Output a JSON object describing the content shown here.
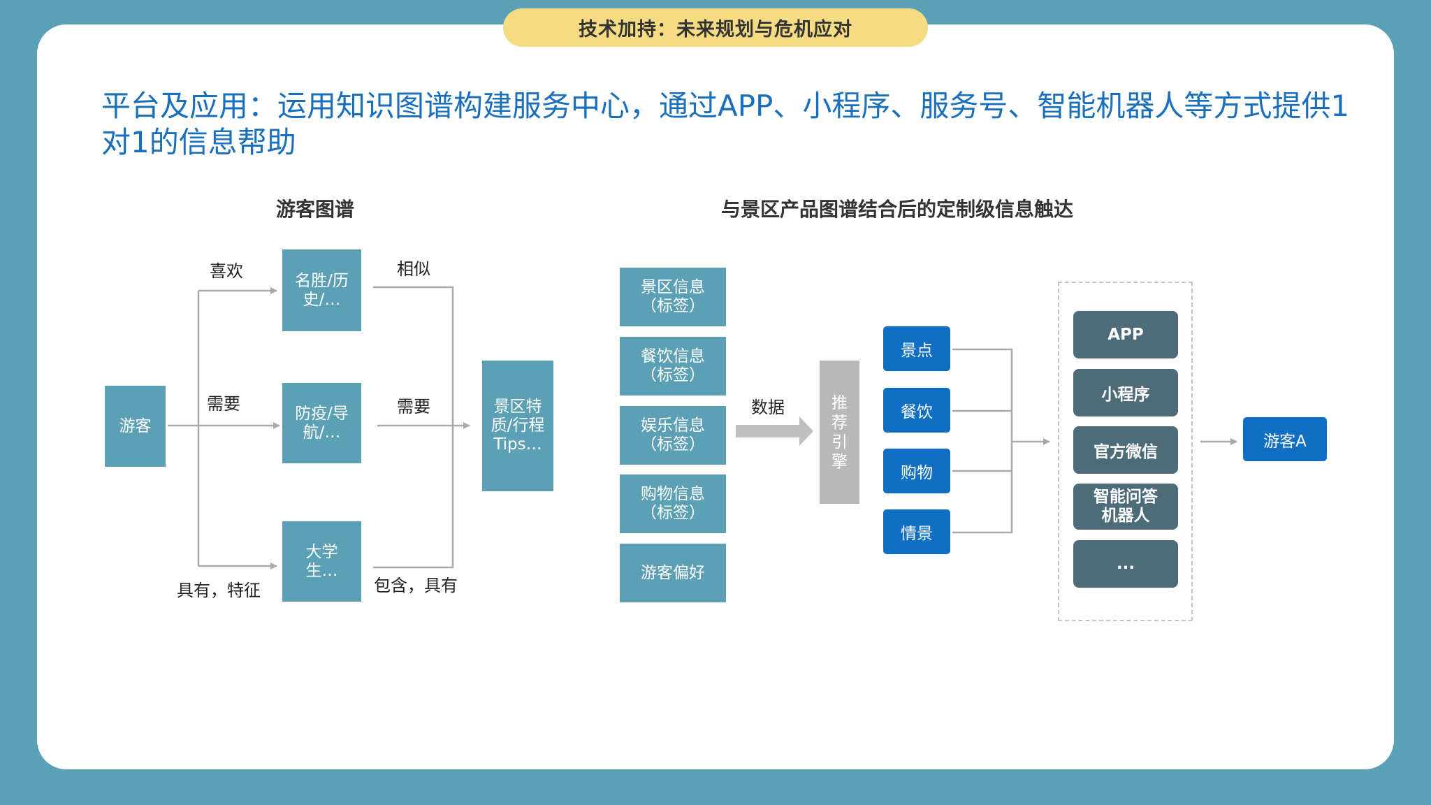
{
  "banner": "技术加持：未来规划与危机应对",
  "headline": "平台及应用：运用知识图谱构建服务中心，通过APP、小程序、服务号、智能机器人等方式提供1对1的信息帮助",
  "left_diagram": {
    "title": "游客图谱",
    "source_node": "游客",
    "middle_nodes": [
      "名胜/历史/…",
      "防疫/导航/…",
      "大学生…"
    ],
    "target_node": "景区特质/行程Tips…",
    "left_edge_labels": [
      "喜欢",
      "需要",
      "具有，特征"
    ],
    "right_edge_labels": [
      "相似",
      "需要",
      "包含，具有"
    ]
  },
  "right_diagram": {
    "title": "与景区产品图谱结合后的定制级信息触达",
    "info_blocks": [
      {
        "line1": "景区信息",
        "line2": "（标签）"
      },
      {
        "line1": "餐饮信息",
        "line2": "（标签）"
      },
      {
        "line1": "娱乐信息",
        "line2": "（标签）"
      },
      {
        "line1": "购物信息",
        "line2": "（标签）"
      },
      {
        "line1": "游客偏好",
        "line2": ""
      }
    ],
    "data_label": "数据",
    "engine": "推荐引擎",
    "categories": [
      "景点",
      "餐饮",
      "购物",
      "情景"
    ],
    "channels": [
      "APP",
      "小程序",
      "官方微信",
      "智能问答机器人",
      "..."
    ],
    "result": "游客A"
  },
  "colors": {
    "background": "#5ba0b5",
    "banner": "#f5db82",
    "headline": "#1a6fbd",
    "teal_box": "#5ba0b5",
    "blue_box": "#0f6fc5",
    "dark_box": "#4d6b79",
    "engine_box": "#b8b8b8"
  }
}
